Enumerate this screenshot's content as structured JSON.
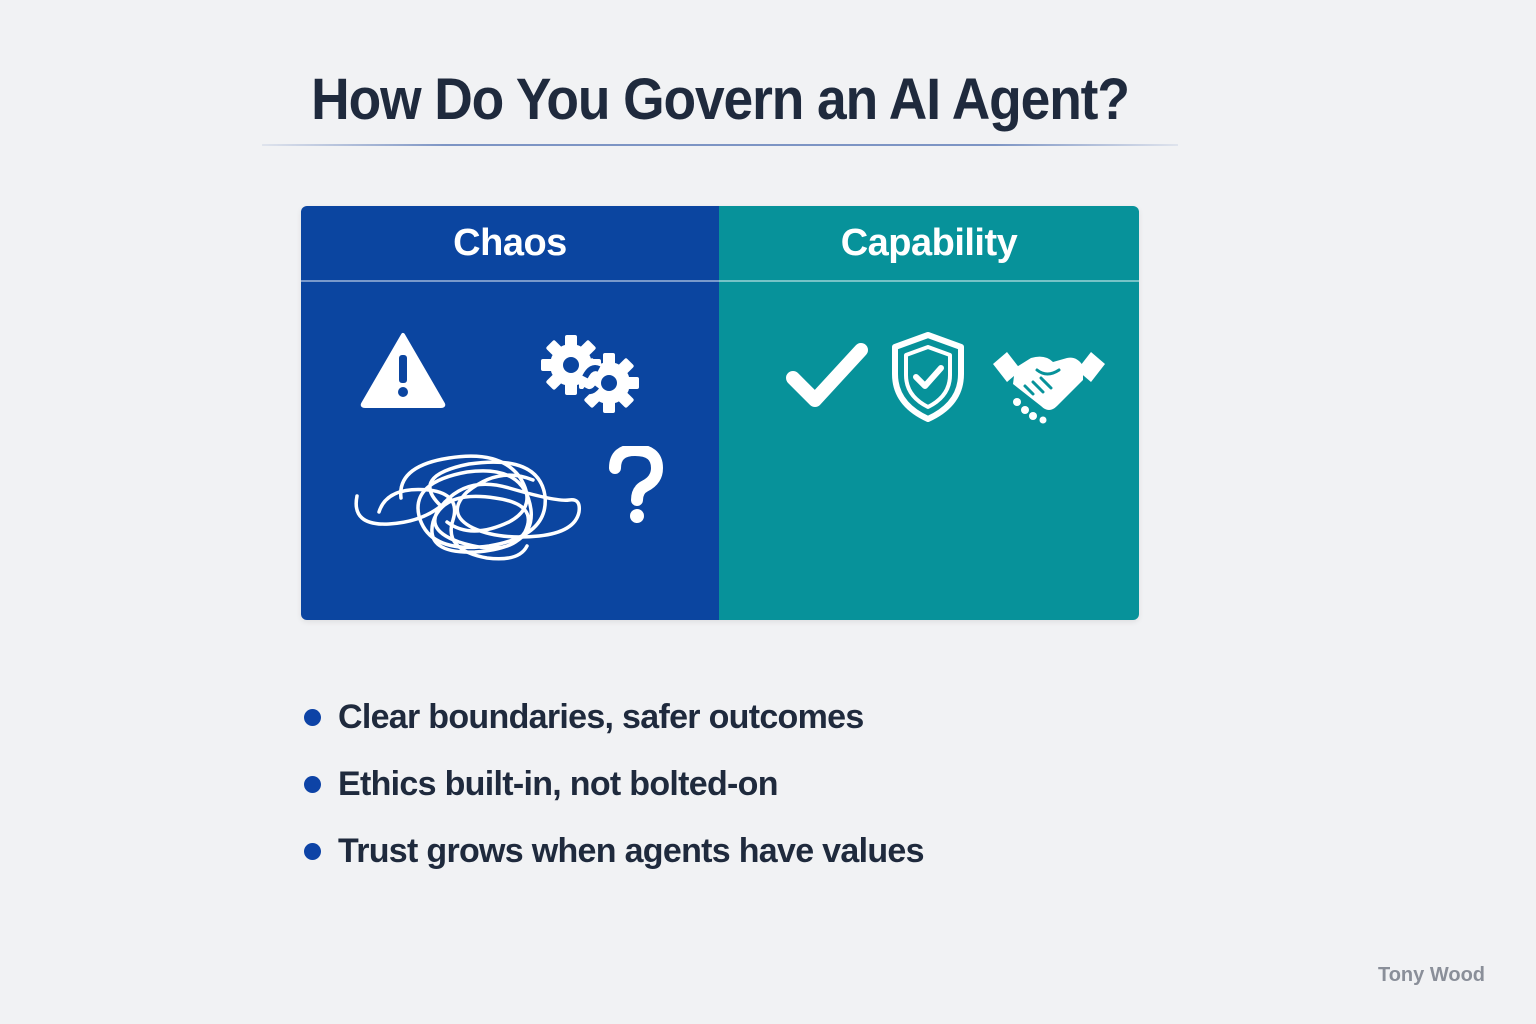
{
  "title": "How Do You Govern an AI Agent?",
  "panels": {
    "left": {
      "heading": "Chaos",
      "color": "#0b45a0",
      "icons": [
        "warning-icon",
        "broken-gears-icon",
        "tangled-line-icon",
        "question-mark-icon"
      ]
    },
    "right": {
      "heading": "Capability",
      "color": "#07929a",
      "icons": [
        "checkmark-icon",
        "shield-check-icon",
        "handshake-icon"
      ]
    }
  },
  "bullets": [
    "Clear boundaries, safer outcomes",
    "Ethics built-in, not bolted-on",
    "Trust grows when agents have values"
  ],
  "accent_color": "#0d43a6",
  "author": "Tony Wood"
}
